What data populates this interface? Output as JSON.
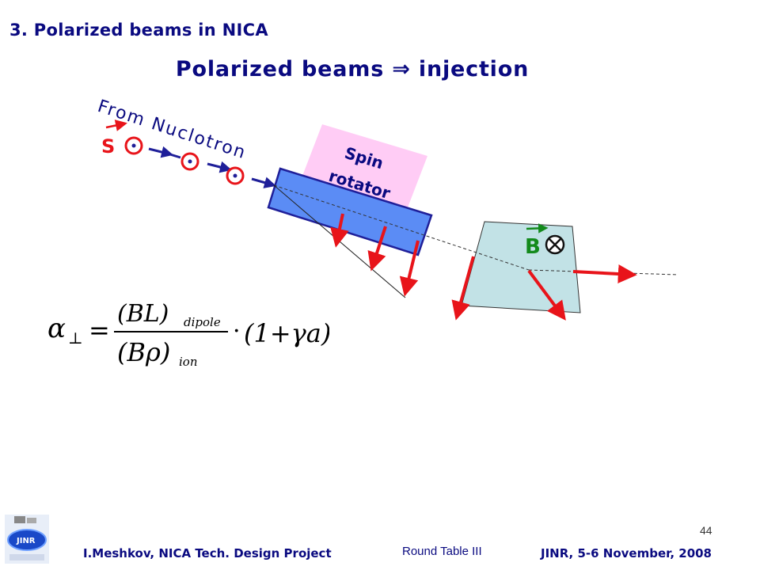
{
  "header": {
    "section_title": "3. Polarized beams in NICA",
    "slide_title": "Polarized beams ⇒ injection"
  },
  "diagram": {
    "from_label": "From Nuclotron",
    "spin_symbol": "S",
    "spin_rotator_line1": "Spin",
    "spin_rotator_line2": "rotator",
    "field_symbol": "B",
    "colors": {
      "arrow_red": "#e8141a",
      "beam_blue": "#1f1f99",
      "rotator_blue": "#5b8cf5",
      "rotator_label_bg": "#ffccf5",
      "dipole_fill": "#c2e2e6",
      "vector_green": "#138a1c"
    }
  },
  "formula": {
    "alpha": "α",
    "perp": "⊥",
    "equals": "=",
    "num_main": "(BL)",
    "num_sub": "dipole",
    "den_main": "(Bρ)",
    "den_sub": "ion",
    "dot": "·",
    "factor": "(1+γa)"
  },
  "footer": {
    "left": "I.Meshkov, NICA Tech. Design Project",
    "middle": "Round Table III",
    "right": "JINR, 5-6 November, 2008",
    "page_number": "44",
    "logo_text": "JINR"
  }
}
